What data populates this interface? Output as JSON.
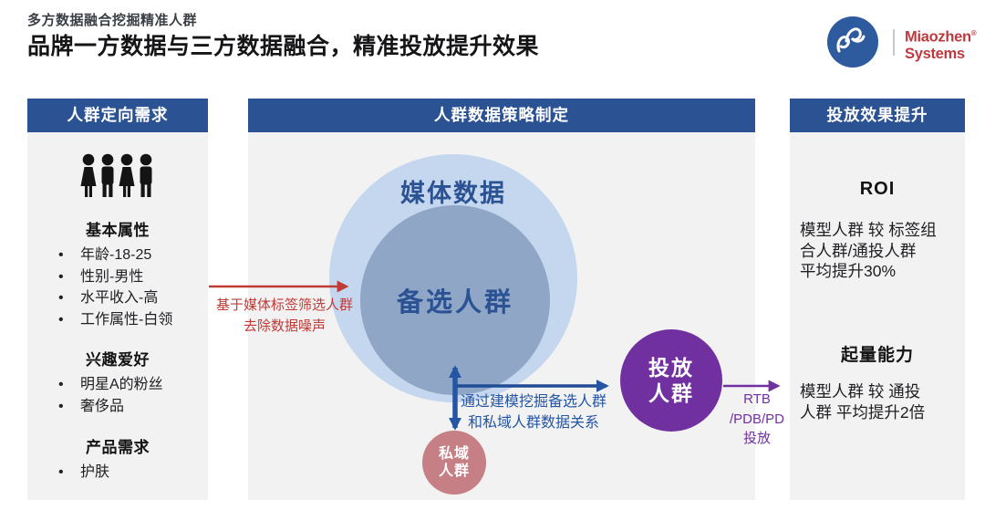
{
  "slide": {
    "kicker": "多方数据融合挖掘精准人群",
    "title": "品牌一方数据与三方数据融合，精准投放提升效果"
  },
  "logo": {
    "brand": "Miaozhen",
    "reg": "®",
    "brand2": "Systems"
  },
  "left_panel": {
    "header": "人群定向需求",
    "sections": [
      {
        "heading": "基本属性",
        "items": [
          "年龄-18-25",
          "性别-男性",
          "水平收入-高",
          "工作属性-白领"
        ]
      },
      {
        "heading": "兴趣爱好",
        "items": [
          "明星A的粉丝",
          "奢侈品"
        ]
      },
      {
        "heading": "产品需求",
        "items": [
          "护肤"
        ]
      }
    ]
  },
  "middle_panel": {
    "header": "人群数据策略制定",
    "media_circle": "媒体数据",
    "candidate_circle": "备选人群",
    "deploy_circle": [
      "投放",
      "人群"
    ],
    "private_circle": [
      "私域",
      "人群"
    ]
  },
  "right_panel": {
    "header": "投放效果提升",
    "roi": {
      "heading": "ROI",
      "lines": [
        "模型人群 较 标签组",
        "合人群/通投人群",
        "平均提升30%"
      ]
    },
    "volume": {
      "heading": "起量能力",
      "lines": [
        "模型人群 较 通投",
        "人群 平均提升2倍"
      ]
    }
  },
  "annotations": {
    "filter": {
      "lines": [
        "基于媒体标签筛选人群",
        "去除数据噪声"
      ]
    },
    "model": {
      "lines": [
        "通过建模挖掘备选人群",
        "和私域人群数据关系"
      ]
    },
    "deploy": {
      "lines": [
        "RTB",
        "/PDB/PD",
        "投放"
      ]
    }
  },
  "colors": {
    "header_blue": "#2b5293",
    "panel_gray": "#f2f2f3",
    "outer_circle_blue": "#c5d7ee",
    "inner_circle_blue": "#90a6c6",
    "circle_text_blue": "#2b5293",
    "red": "#c03a36",
    "navy_arrow": "#2456a4",
    "purple": "#7030a0",
    "pink": "#c67f84",
    "logo_blue": "#2d5b9e",
    "logo_red": "#bf3a3f"
  }
}
